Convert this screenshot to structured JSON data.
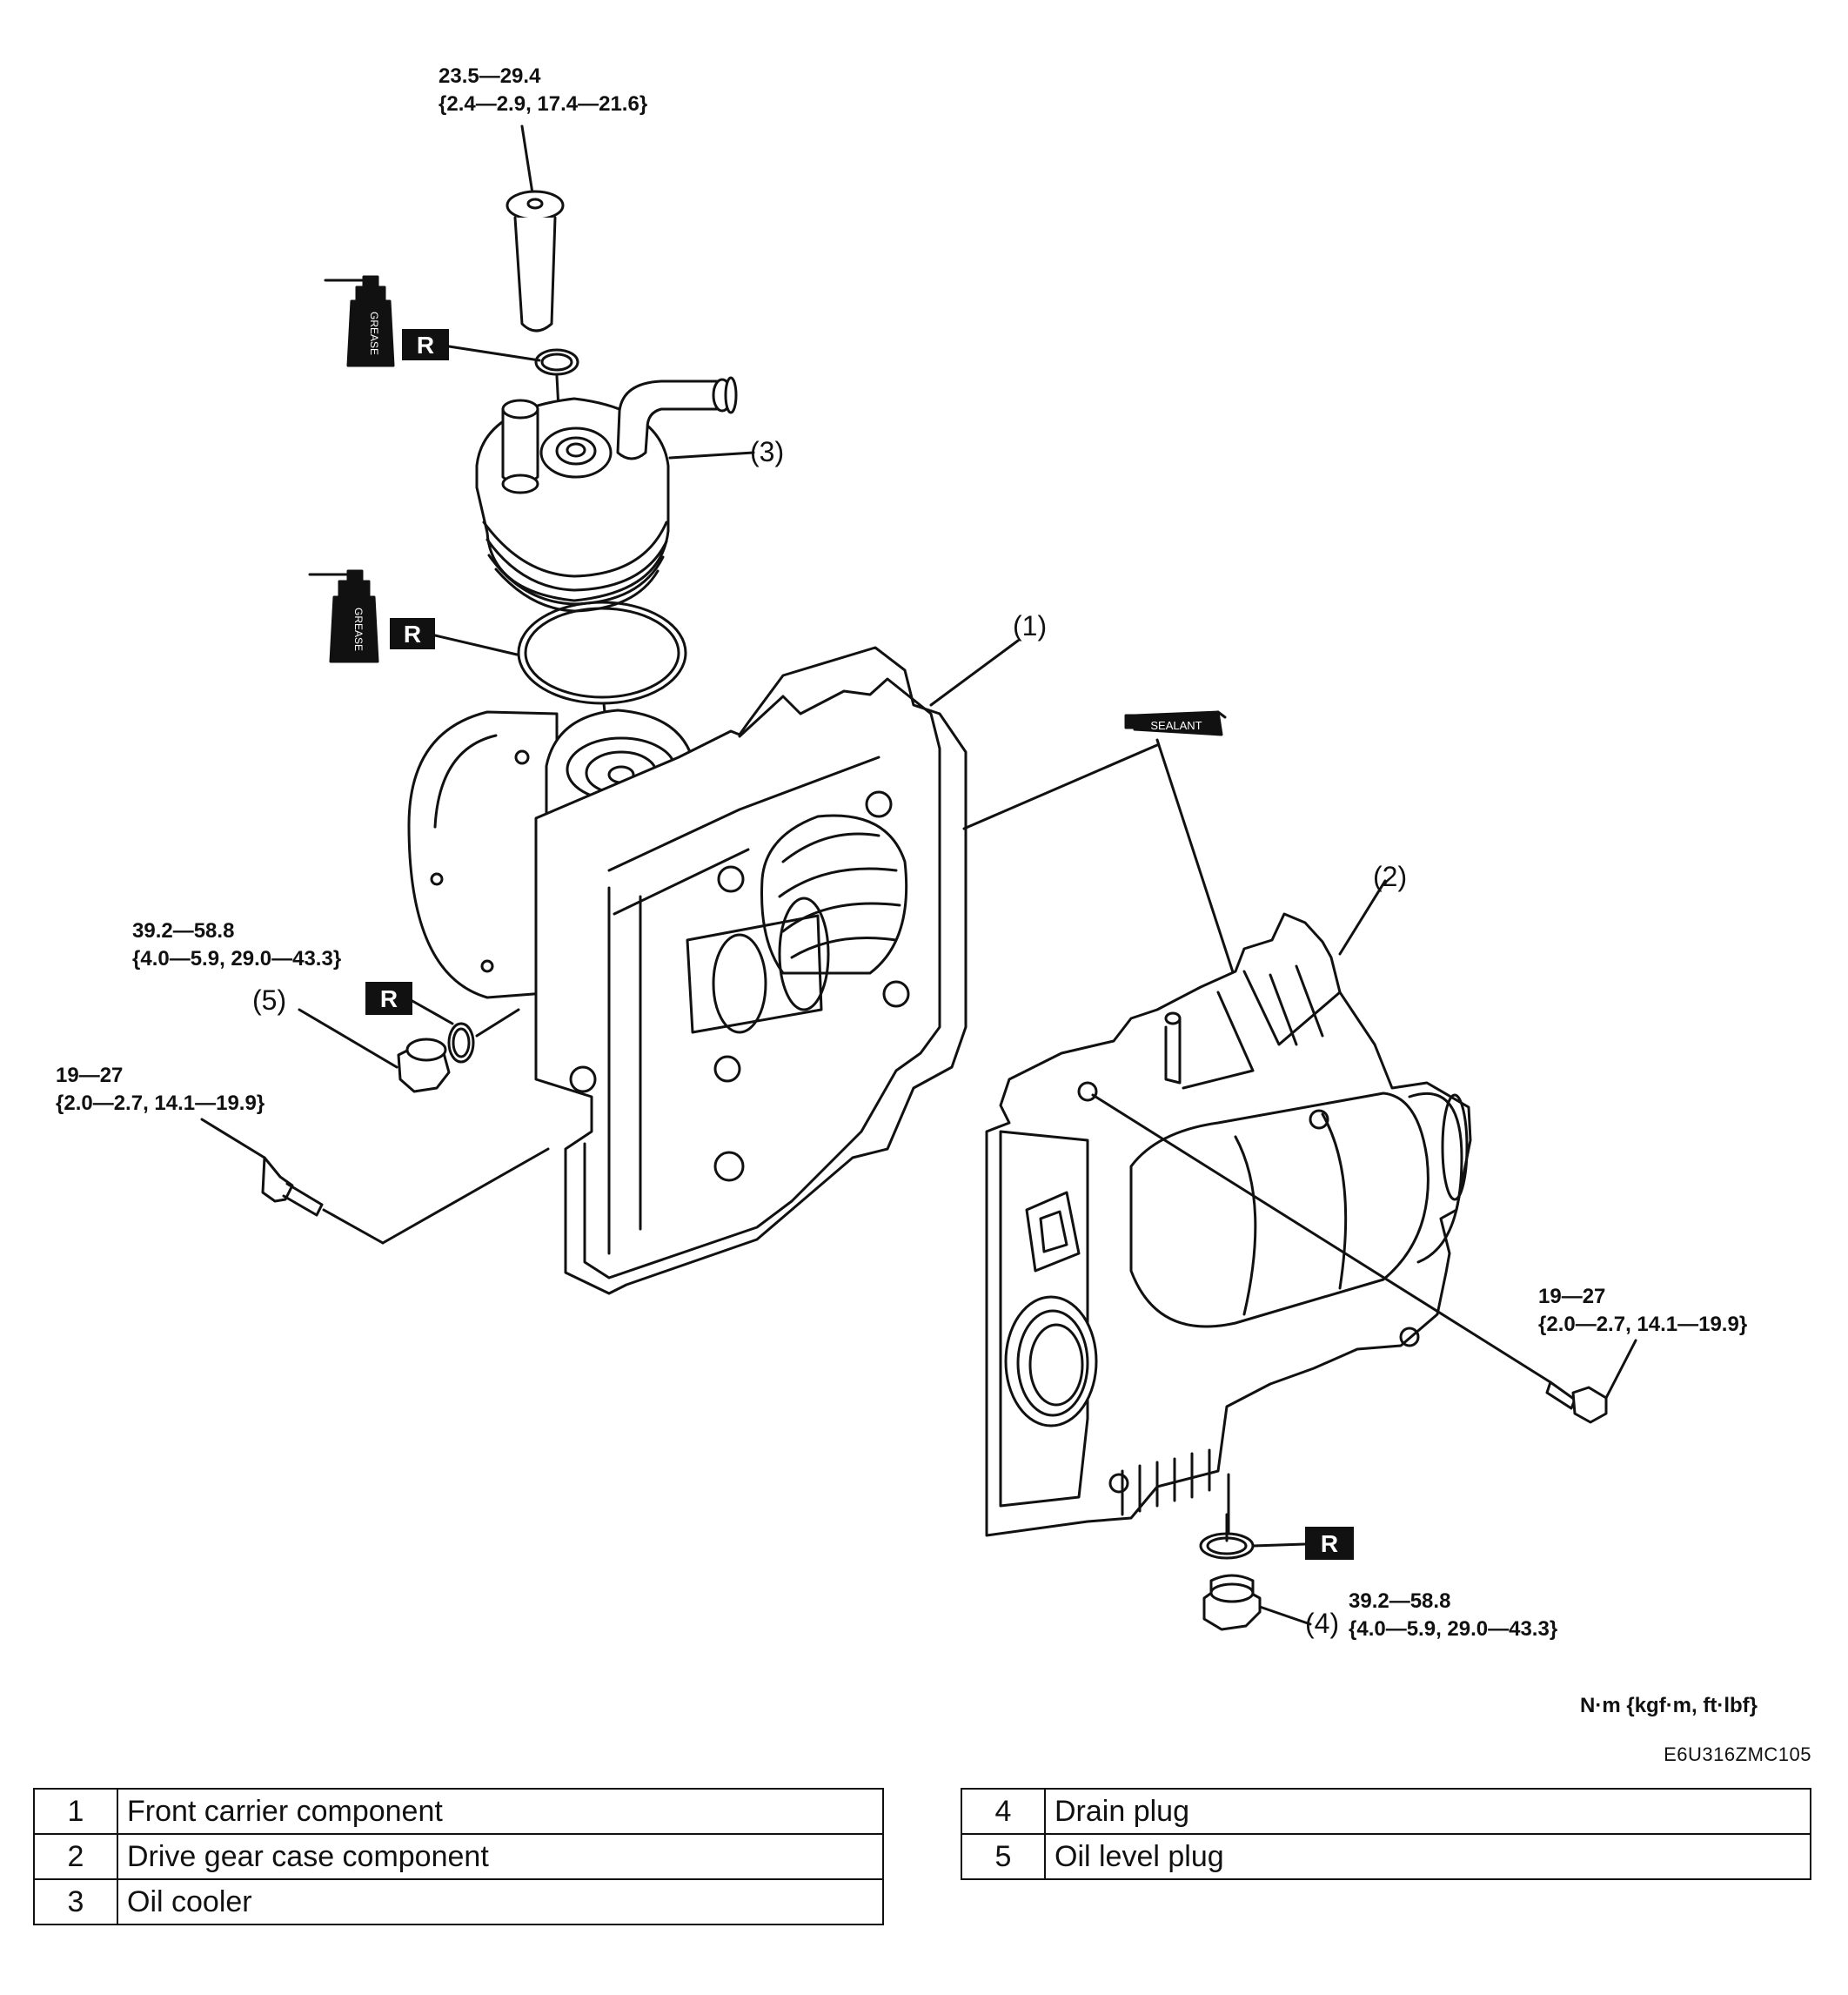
{
  "torques": {
    "oil_cooler_bolt": {
      "line1": "23.5—29.4",
      "line2": "{2.4—2.9, 17.4—21.6}"
    },
    "oil_level_plug": {
      "line1": "39.2—58.8",
      "line2": "{4.0—5.9, 29.0—43.3}"
    },
    "front_carrier_bolt": {
      "line1": "19—27",
      "line2": "{2.0—2.7, 14.1—19.9}"
    },
    "drive_gear_case_bolt": {
      "line1": "19—27",
      "line2": "{2.0—2.7, 14.1—19.9}"
    },
    "drain_plug": {
      "line1": "39.2—58.8",
      "line2": "{4.0—5.9, 29.0—43.3}"
    }
  },
  "callouts": {
    "c1": "(1)",
    "c2": "(2)",
    "c3": "(3)",
    "c4": "(4)",
    "c5": "(5)"
  },
  "symbols": {
    "replace": "R",
    "grease": "GREASE",
    "sealant": "SEALANT"
  },
  "units": "N·m {kgf·m, ft·lbf}",
  "figure_code": "E6U316ZMC105",
  "legend_left": [
    {
      "num": "1",
      "name": "Front carrier component"
    },
    {
      "num": "2",
      "name": "Drive gear case component"
    },
    {
      "num": "3",
      "name": "Oil cooler"
    }
  ],
  "legend_right": [
    {
      "num": "4",
      "name": "Drain plug"
    },
    {
      "num": "5",
      "name": "Oil level plug"
    }
  ]
}
